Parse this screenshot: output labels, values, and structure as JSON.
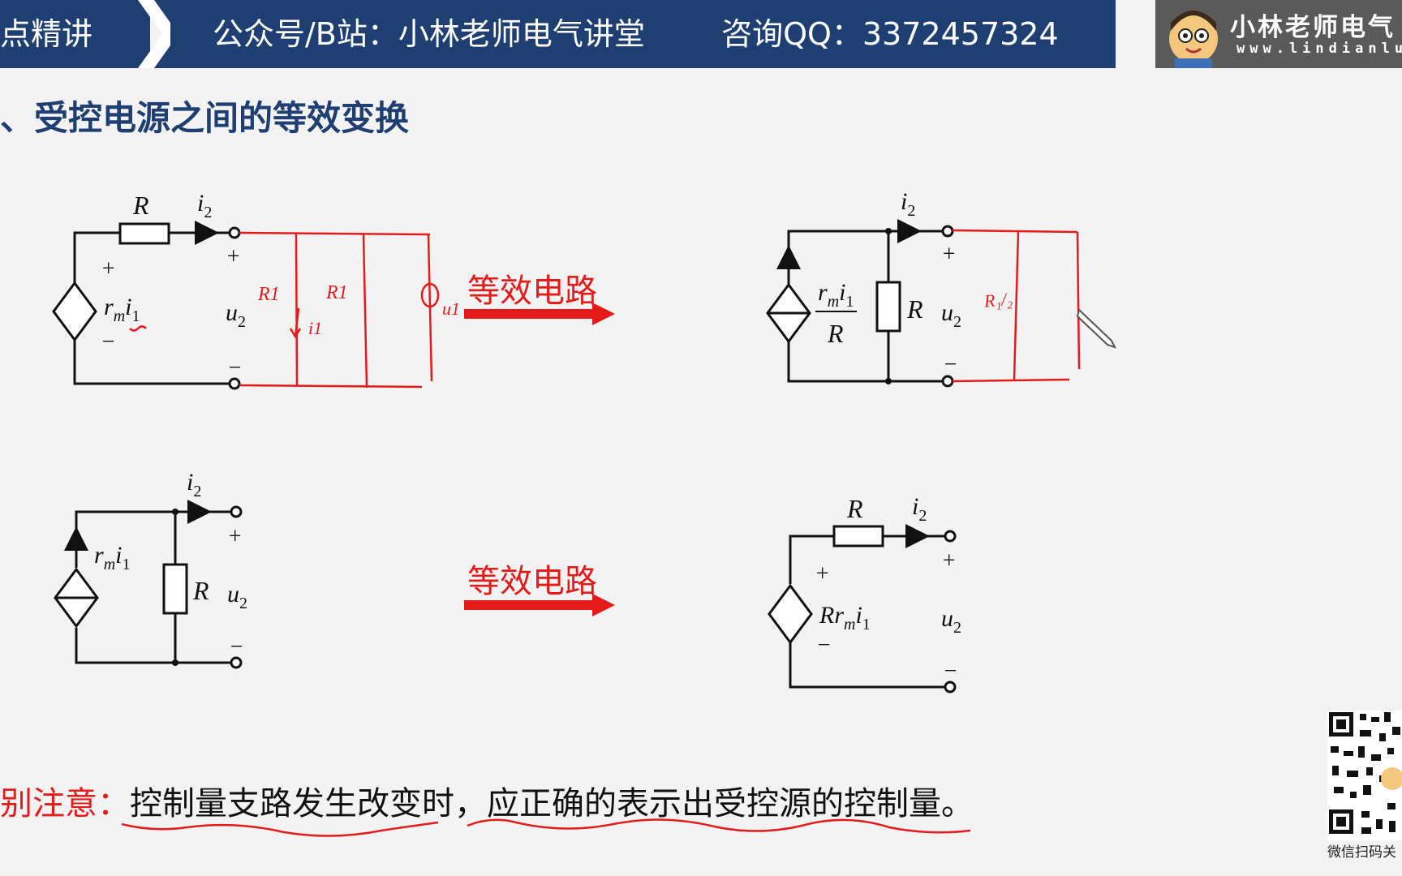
{
  "banner": {
    "segment1": "点精讲",
    "channel": "公众号/B站：小林老师电气讲堂",
    "contact": "咨询QQ：3372457324"
  },
  "logo": {
    "name": "小林老师电气",
    "url": "www.lindianlu"
  },
  "section_title": "、受控电源之间的等效变换",
  "arrows": {
    "top_label": "等效电路",
    "bottom_label": "等效电路"
  },
  "circuits": {
    "top_left": {
      "resistor": "R",
      "current": "i2",
      "source": "rmi1",
      "voltage": "u2",
      "plus": "+",
      "minus": "−"
    },
    "top_right": {
      "current": "i2",
      "source_num": "rmi1",
      "source_den": "R",
      "resistor": "R",
      "voltage": "u2"
    },
    "bottom_left": {
      "current": "i2",
      "source": "rmi1",
      "resistor": "R",
      "voltage": "u2"
    },
    "bottom_right": {
      "resistor": "R",
      "current": "i2",
      "source": "Rrmi1",
      "voltage": "u2"
    }
  },
  "annotations": {
    "r1": "R1",
    "i1": "i1",
    "u1": "u1",
    "r1_half": "R1/2"
  },
  "note": {
    "prefix": "别注意：",
    "body": "控制量支路发生改变时，应正确的表示出受控源的控制量。"
  },
  "qr_caption": "微信扫码关",
  "colors": {
    "banner": "#1f3f73",
    "accent_red": "#e51b1b",
    "title_blue": "#1f3f73"
  }
}
